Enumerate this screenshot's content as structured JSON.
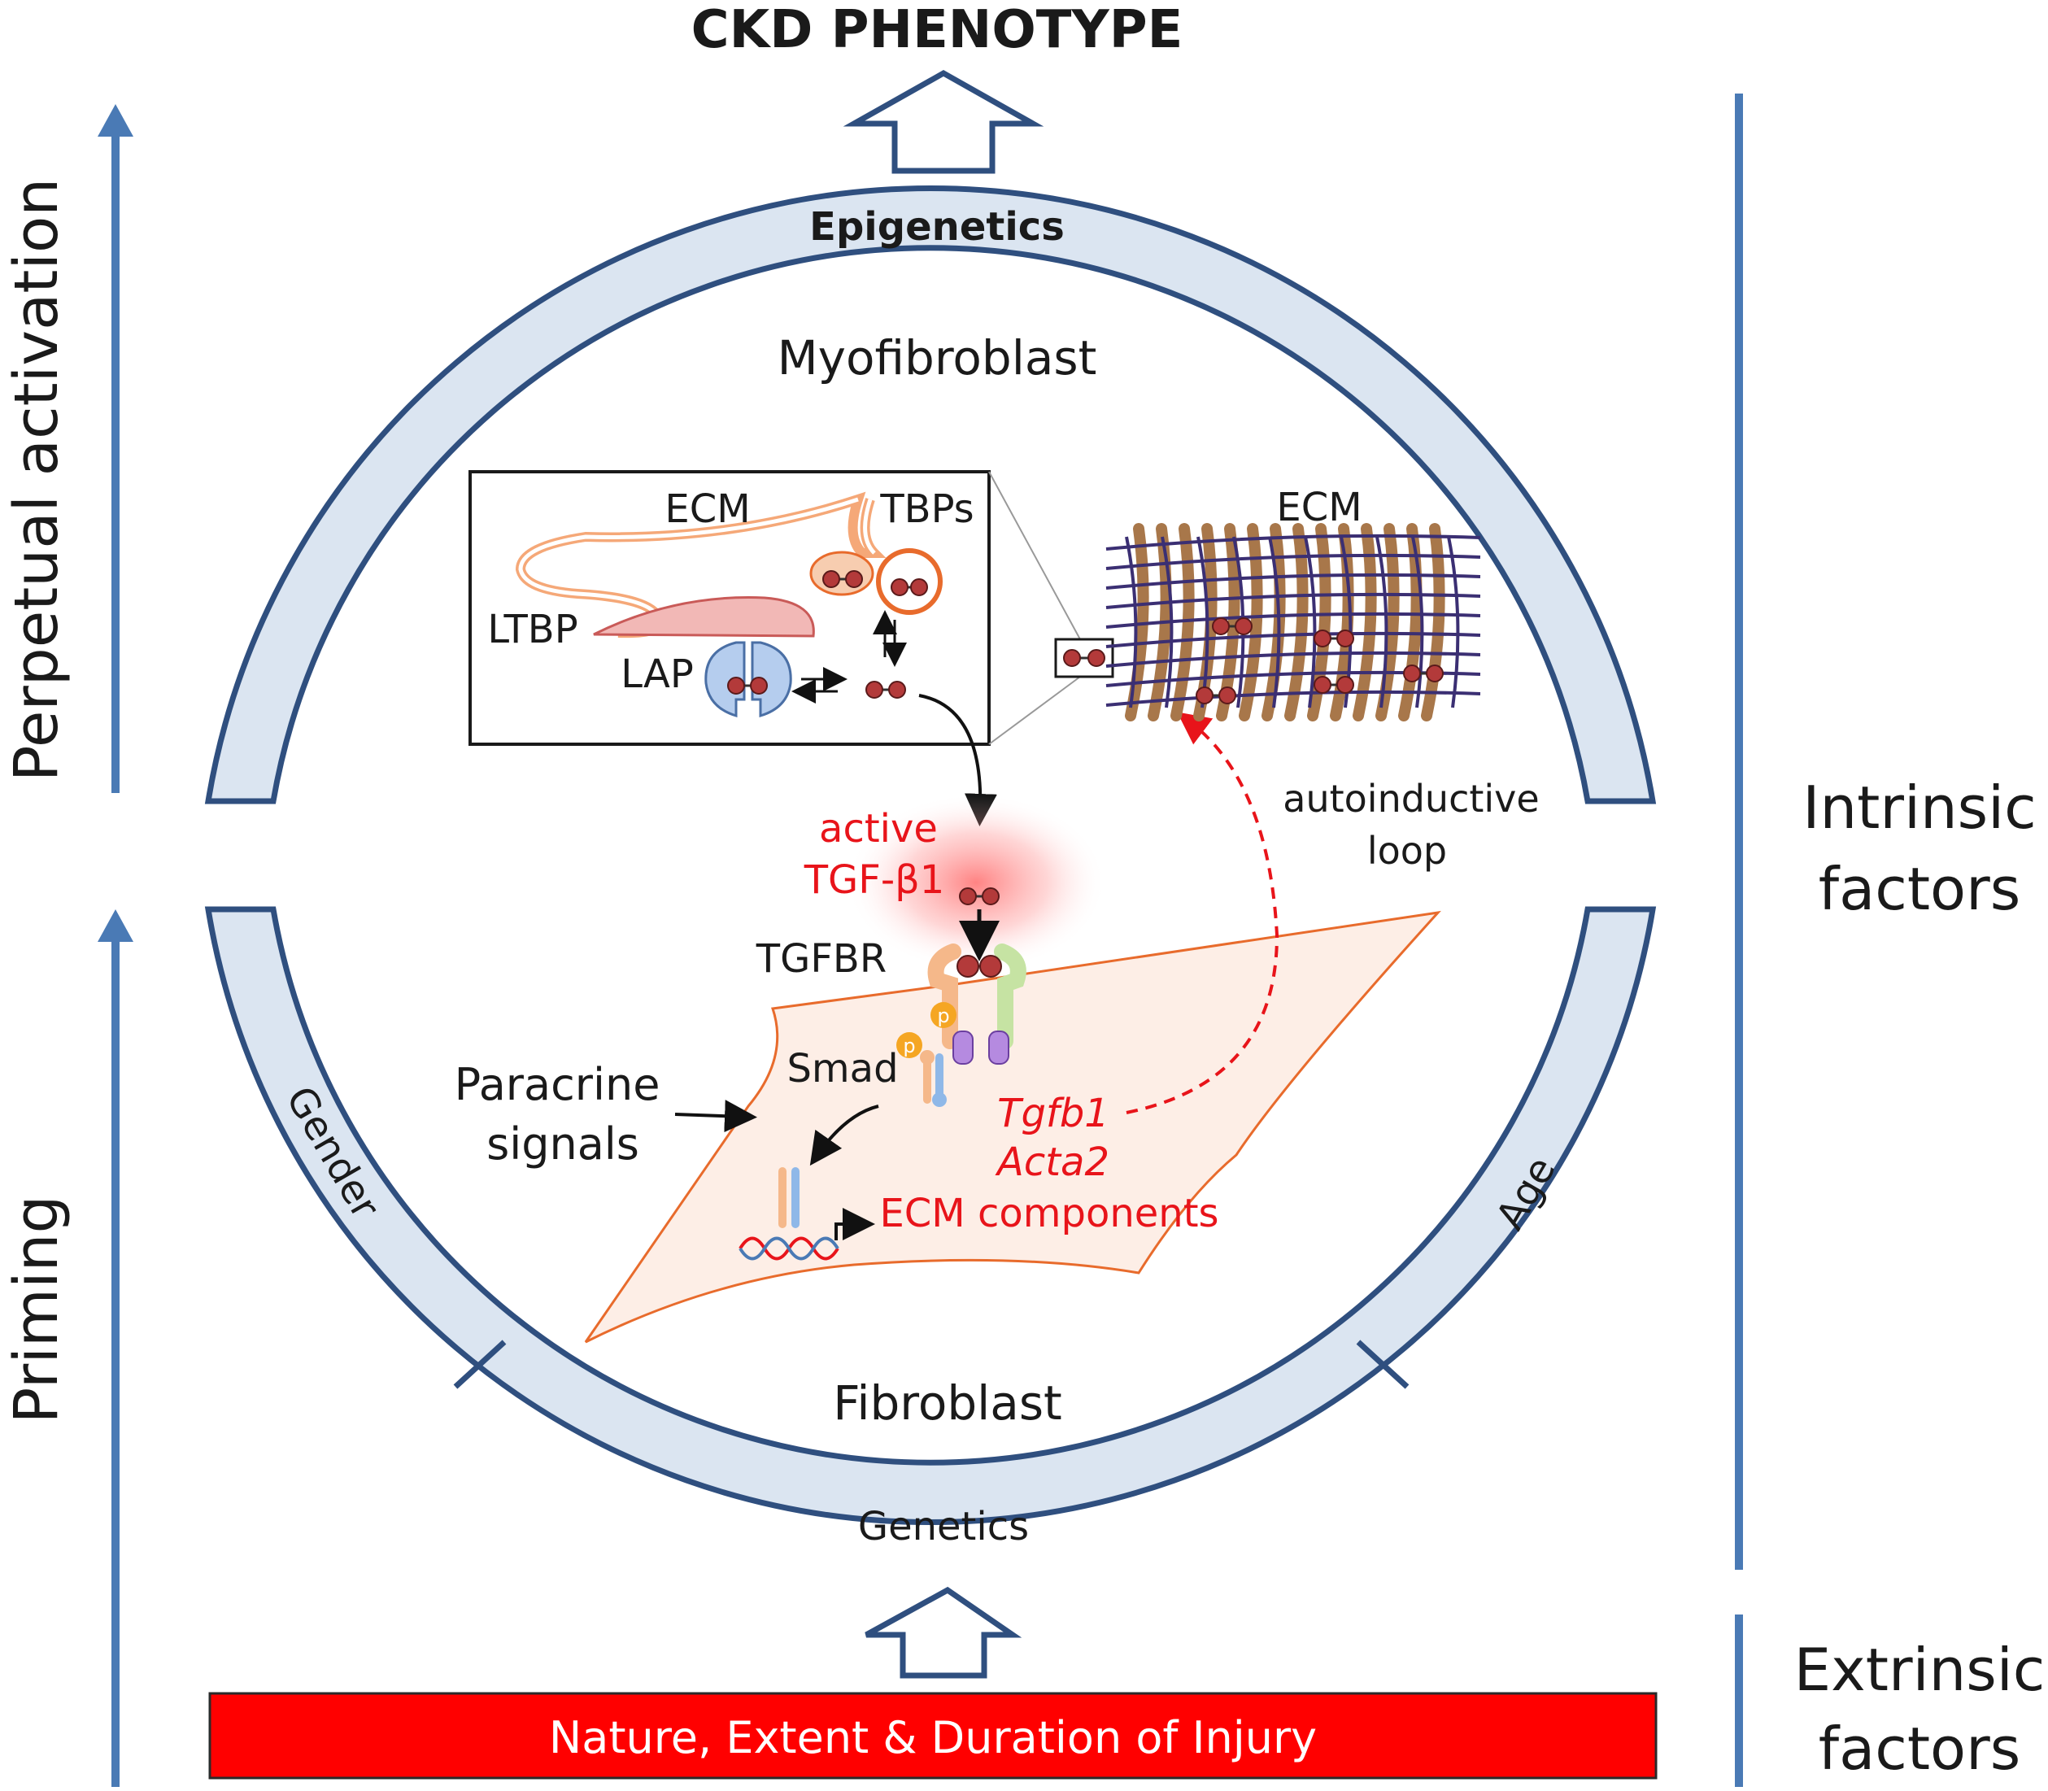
{
  "title": "CKD PHENOTYPE",
  "side_labels": {
    "left_top": "Perpetual activation",
    "left_bottom": "Priming",
    "right_top_line1": "Intrinsic",
    "right_top_line2": "factors",
    "right_bottom_line1": "Extrinsic",
    "right_bottom_line2": "factors"
  },
  "ring": {
    "top": "Epigenetics",
    "bottom": "Genetics",
    "left": "Gender",
    "right": "Age"
  },
  "cells": {
    "top": "Myofibroblast",
    "bottom": "Fibroblast"
  },
  "inset": {
    "ecm": "ECM",
    "tbps": "TBPs",
    "ltbp": "LTBP",
    "lap": "LAP"
  },
  "matrix_label": "ECM",
  "loop": {
    "line1": "autoinductive",
    "line2": "loop"
  },
  "signaling": {
    "active_line1": "active",
    "active_line2": "TGF-β1",
    "receptor": "TGFBR",
    "smad": "Smad",
    "phospho": "p",
    "paracrine_line1": "Paracrine",
    "paracrine_line2": "signals",
    "gene1": "Tgfb1",
    "gene2": "Acta2",
    "gene3": "ECM components"
  },
  "injury_bar": "Nature, Extent & Duration of Injury",
  "colors": {
    "ring_fill": "#dbe5f1",
    "ring_stroke": "#2f4f7f",
    "axis_blue": "#4a7ab5",
    "injury_red": "#ff0000",
    "text_red": "#e8141a",
    "cell_fill": "#fdeee6",
    "cell_stroke": "#e86b2c"
  }
}
